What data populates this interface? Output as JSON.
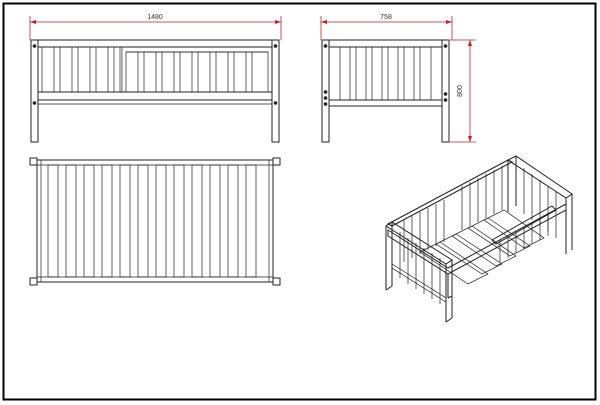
{
  "drawing": {
    "dimensions": {
      "front_width": "1480",
      "side_width": "758",
      "side_height": "800"
    },
    "colors": {
      "line": "#222222",
      "dimension": "#c0202a",
      "frame": "#000000"
    }
  }
}
